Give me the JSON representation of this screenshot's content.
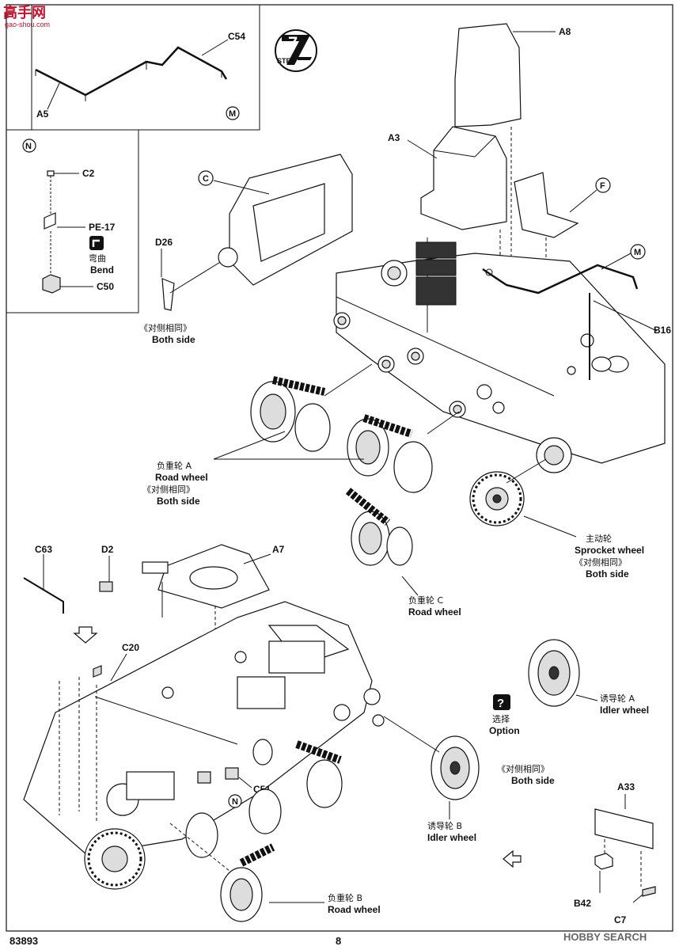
{
  "watermark_top": {
    "line1": "高手网",
    "line2": "gao-shou.com"
  },
  "step": {
    "label": "STEP",
    "number": "7"
  },
  "inset_top": {
    "labels": {
      "a5": "A5",
      "c54": "C54",
      "marker": "M"
    }
  },
  "inset_left": {
    "labels": {
      "marker": "N",
      "c2": "C2",
      "pe17": "PE-17",
      "c50": "C50"
    },
    "bend": {
      "cn": "弯曲",
      "en": "Bend"
    }
  },
  "labels": {
    "a8": "A8",
    "a3": "A3",
    "c_marker": "C",
    "f_marker": "F",
    "m_marker": "M",
    "d26": "D26",
    "b16": "B16",
    "a7": "A7",
    "c63": "C63",
    "d2": "D2",
    "c20": "C20",
    "c51": "C51",
    "n_marker": "N",
    "a33": "A33",
    "b42": "B42",
    "c7": "C7"
  },
  "texts": {
    "both_side_d26_cn": "《对侧相同》",
    "both_side_d26_en": "Both side",
    "road_a_cn": "负重轮 A",
    "road_a_en": "Road wheel",
    "road_a_both_cn": "《对侧相同》",
    "road_a_both_en": "Both side",
    "road_c_cn": "负重轮 C",
    "road_c_en": "Road wheel",
    "sprocket_cn": "主动轮",
    "sprocket_en": "Sprocket wheel",
    "sprocket_both_cn": "《对侧相同》",
    "sprocket_both_en": "Both side",
    "idler_a_cn": "诱导轮 A",
    "idler_a_en": "Idler wheel",
    "option_icon": "?",
    "option_cn": "选择",
    "option_en": "Option",
    "idler_both_cn": "《对侧相同》",
    "idler_both_en": "Both side",
    "idler_b_cn": "诱导轮 B",
    "idler_b_en": "Idler wheel",
    "road_b_cn": "负重轮 B",
    "road_b_en": "Road wheel"
  },
  "footer": {
    "code": "83893",
    "page": "8",
    "brand": "HOBBY SEARCH"
  }
}
